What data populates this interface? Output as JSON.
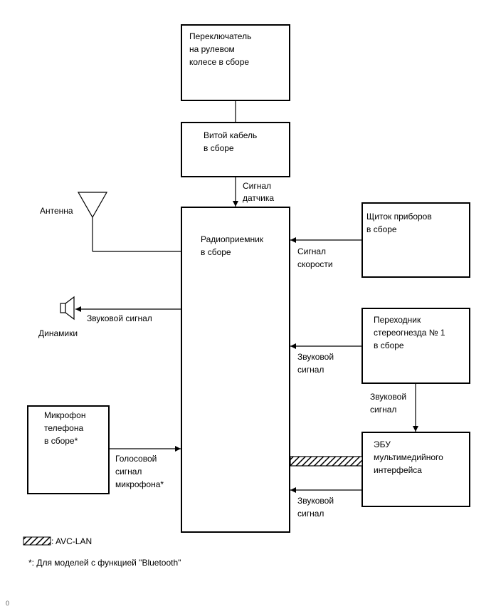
{
  "blocks": {
    "steering_switch": [
      "Переключатель",
      "на рулевом",
      "колесе в сборе"
    ],
    "spiral_cable": [
      "Витой кабель",
      "в сборе"
    ],
    "radio_receiver": [
      "Радиоприемник",
      "в сборе"
    ],
    "combination_meter": [
      "Щиток приборов",
      "в сборе"
    ],
    "stereo_jack_adapter": [
      "Переходник",
      "стереогнезда № 1",
      "в сборе"
    ],
    "multimedia_ecu": [
      "ЭБУ",
      "мультимедийного",
      "интерфейса"
    ],
    "telephone_microphone": [
      "Микрофон",
      "телефона",
      "в сборе*"
    ]
  },
  "labels": {
    "antenna": "Антенна",
    "speakers": "Динамики"
  },
  "signals": {
    "sensor_signal": [
      "Сигнал",
      "датчика"
    ],
    "speed_signal": [
      "Сигнал",
      "скорости"
    ],
    "sound_signal_speakers": "Звуковой сигнал",
    "sound_signal_adapter": [
      "Звуковой",
      "сигнал"
    ],
    "sound_signal_to_ecu": [
      "Звуковой",
      "сигнал"
    ],
    "voice_signal_mic": [
      "Голосовой",
      "сигнал",
      "микрофона*"
    ],
    "sound_signal_ecu": [
      "Звуковой",
      "сигнал"
    ]
  },
  "legend": {
    "avc_lan": ": AVC-LAN",
    "footnote": "*: Для моделей с функцией \"Bluetooth\""
  },
  "page_mark": "0"
}
